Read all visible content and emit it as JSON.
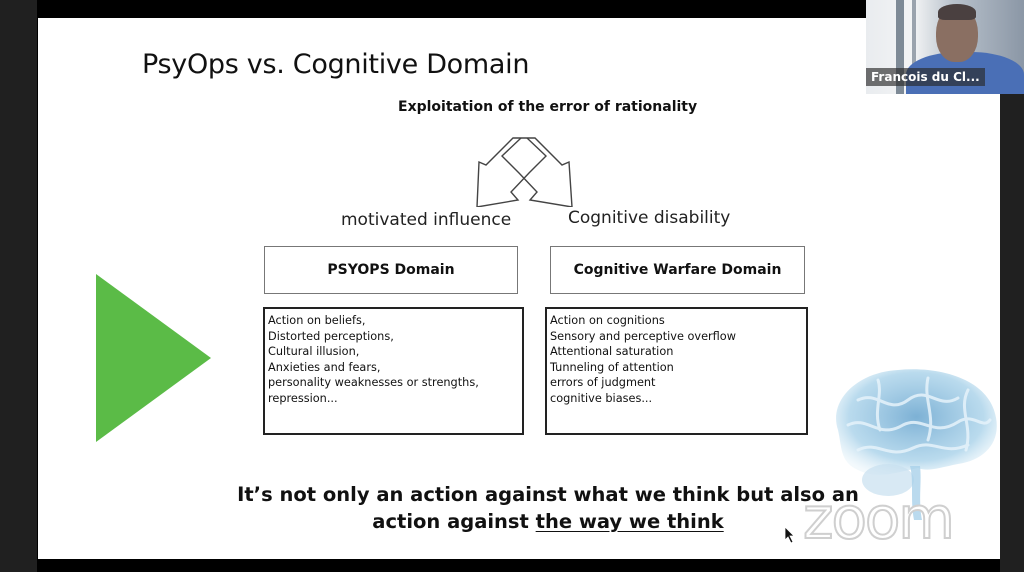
{
  "slide": {
    "title": "PsyOps vs. Cognitive Domain",
    "subtitle": "Exploitation of the error of rationality",
    "branch_left_label": "motivated influence",
    "branch_right_label": "Cognitive disability",
    "domains": [
      {
        "heading": "PSYOPS Domain",
        "items": [
          "Action on beliefs,",
          "Distorted perceptions,",
          "Cultural illusion,",
          "Anxieties and fears,",
          "personality weaknesses or strengths,",
          "repression..."
        ]
      },
      {
        "heading": "Cognitive Warfare Domain",
        "items": [
          "Action on cognitions",
          "Sensory and perceptive overflow",
          "Attentional saturation",
          "Tunneling of attention",
          "errors of judgment",
          "cognitive biases..."
        ]
      }
    ],
    "quote_line1": "It’s not only an action against what we think but also an",
    "quote_line2_prefix": "action against ",
    "quote_line2_underlined": "the way we think",
    "accent_color": "#5bbb47",
    "brain_color": "#8fc3e3"
  },
  "watermark": {
    "text": "zoom"
  },
  "participant_video": {
    "name": "Francois du Cl..."
  },
  "icons": {
    "play": "play-triangle-icon",
    "arrows": "split-arrows-icon",
    "brain": "brain-icon",
    "cursor": "mouse-cursor-icon"
  }
}
